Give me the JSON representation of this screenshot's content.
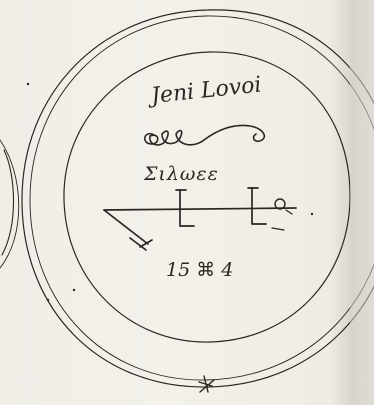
{
  "seal": {
    "name_text": "Jeni Lovoi",
    "greek_text": "Σιλωεε",
    "numerals_text": "15 ⌘ 4"
  },
  "colors": {
    "paper": "#f2f0e9",
    "ink": "#2a2722",
    "page_edge": "#d9d6cf"
  }
}
